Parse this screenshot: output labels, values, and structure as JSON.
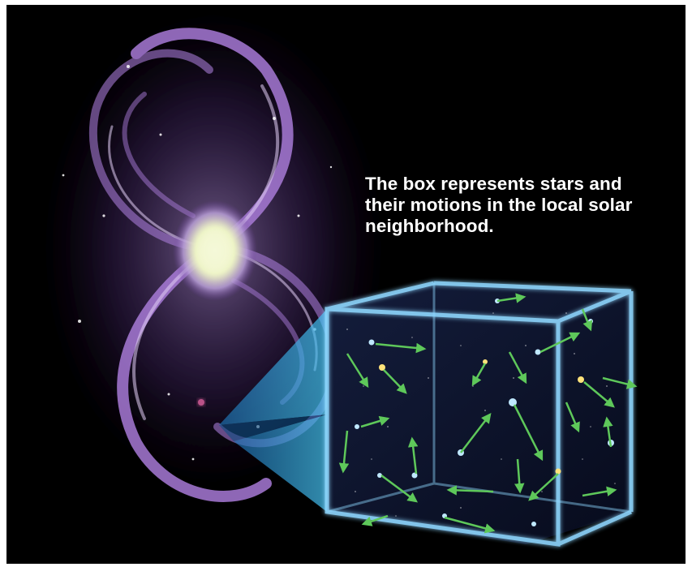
{
  "caption": {
    "lines": [
      "The box represents stars and",
      "their motions in the local solar",
      "neighborhood."
    ]
  },
  "colors": {
    "background": "#000000",
    "galaxy_arms": "#a77ad6",
    "galaxy_core": "#eef3c8",
    "box_edges": "#8fd8ff",
    "beam": "#2aa9e0",
    "motion_arrows": "#5ec85a",
    "stars_blue": "#bfe8ff",
    "stars_yellow": "#ffe27a"
  },
  "icons": {
    "galaxy": "spiral-galaxy-icon",
    "box": "star-motion-box-icon"
  }
}
